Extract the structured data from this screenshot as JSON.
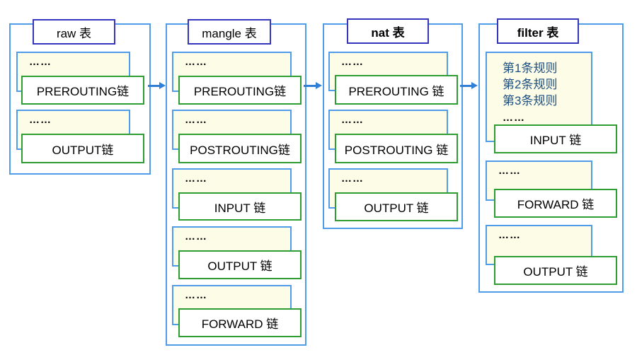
{
  "dots": "……",
  "colors": {
    "table_border": "#4f9ce8",
    "header_border": "#3535bd",
    "chain_border": "#2e9e32",
    "queue_fill": "#fdfde7",
    "rules_text": "#1d4f82",
    "arrow": "#2f7fd6",
    "text": "#000000",
    "background": "#ffffff"
  },
  "tables": [
    {
      "id": "raw",
      "title": "raw 表",
      "chains": [
        {
          "label": "PREROUTING链"
        },
        {
          "label": "OUTPUT链"
        }
      ]
    },
    {
      "id": "mangle",
      "title": "mangle 表",
      "chains": [
        {
          "label": "PREROUTING链"
        },
        {
          "label": "POSTROUTING链"
        },
        {
          "label": "INPUT 链"
        },
        {
          "label": "OUTPUT 链"
        },
        {
          "label": "FORWARD 链"
        }
      ]
    },
    {
      "id": "nat",
      "title": "nat 表",
      "chains": [
        {
          "label": "PREROUTING 链"
        },
        {
          "label": "POSTROUTING 链"
        },
        {
          "label": "OUTPUT 链"
        }
      ]
    },
    {
      "id": "filter",
      "title": "filter 表",
      "rules": [
        "第1条规则",
        "第2条规则",
        "第3条规则"
      ],
      "chains": [
        {
          "label": "INPUT 链"
        },
        {
          "label": "FORWARD 链"
        },
        {
          "label": "OUTPUT 链"
        }
      ]
    }
  ]
}
